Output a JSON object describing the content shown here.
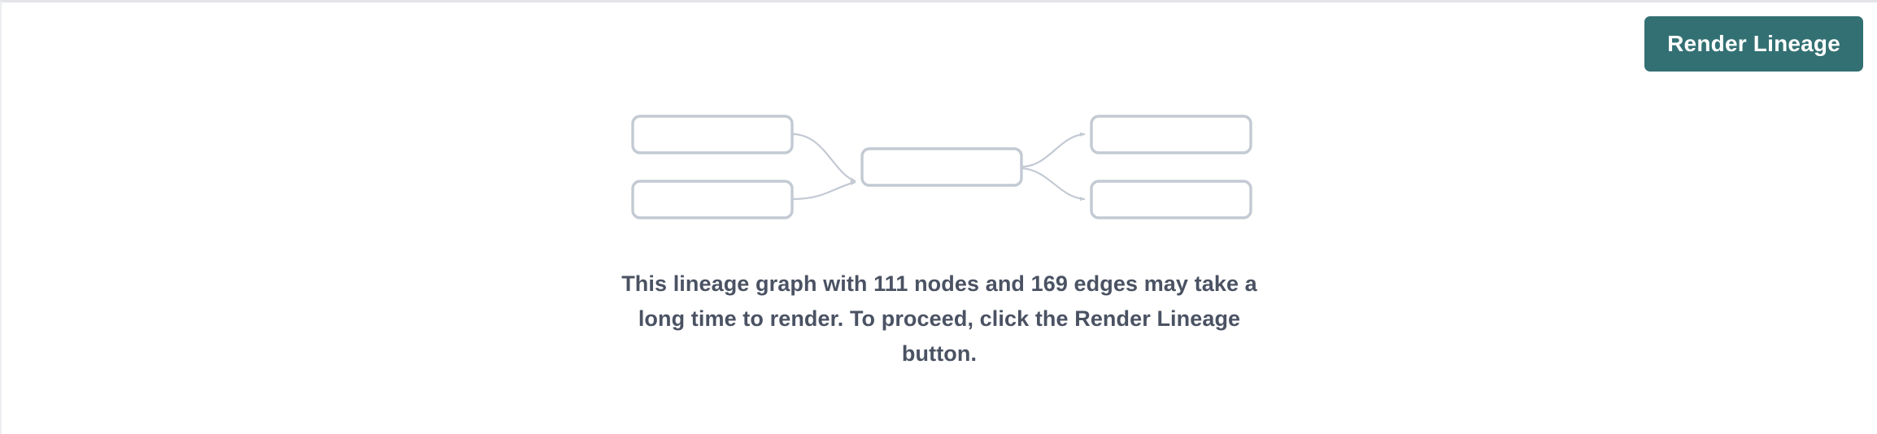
{
  "panel": {
    "background_color": "#ffffff",
    "border_color": "#e2e4e8"
  },
  "toolbar": {
    "render_button_label": "Render Lineage",
    "render_button_color": "#337073",
    "render_button_text_color": "#ffffff"
  },
  "graph_placeholder": {
    "icon_name": "lineage-graph-placeholder",
    "node_count_shown": 5,
    "edge_count_shown": 4,
    "node_border_color": "#c3cad3",
    "edge_color": "#c3cad3",
    "nodes": [
      {
        "id": "upstream-1",
        "position": "top-left"
      },
      {
        "id": "upstream-2",
        "position": "bottom-left"
      },
      {
        "id": "focus",
        "position": "center"
      },
      {
        "id": "downstream-1",
        "position": "top-right"
      },
      {
        "id": "downstream-2",
        "position": "bottom-right"
      }
    ],
    "edges": [
      {
        "from": "upstream-1",
        "to": "focus"
      },
      {
        "from": "upstream-2",
        "to": "focus"
      },
      {
        "from": "focus",
        "to": "downstream-1"
      },
      {
        "from": "focus",
        "to": "downstream-2"
      }
    ]
  },
  "message": {
    "text": "This lineage graph with 111 nodes and 169 edges may take a long time to render. To proceed, click the Render Lineage button.",
    "node_count": 111,
    "edge_count": 169,
    "text_color": "#4a5263"
  }
}
